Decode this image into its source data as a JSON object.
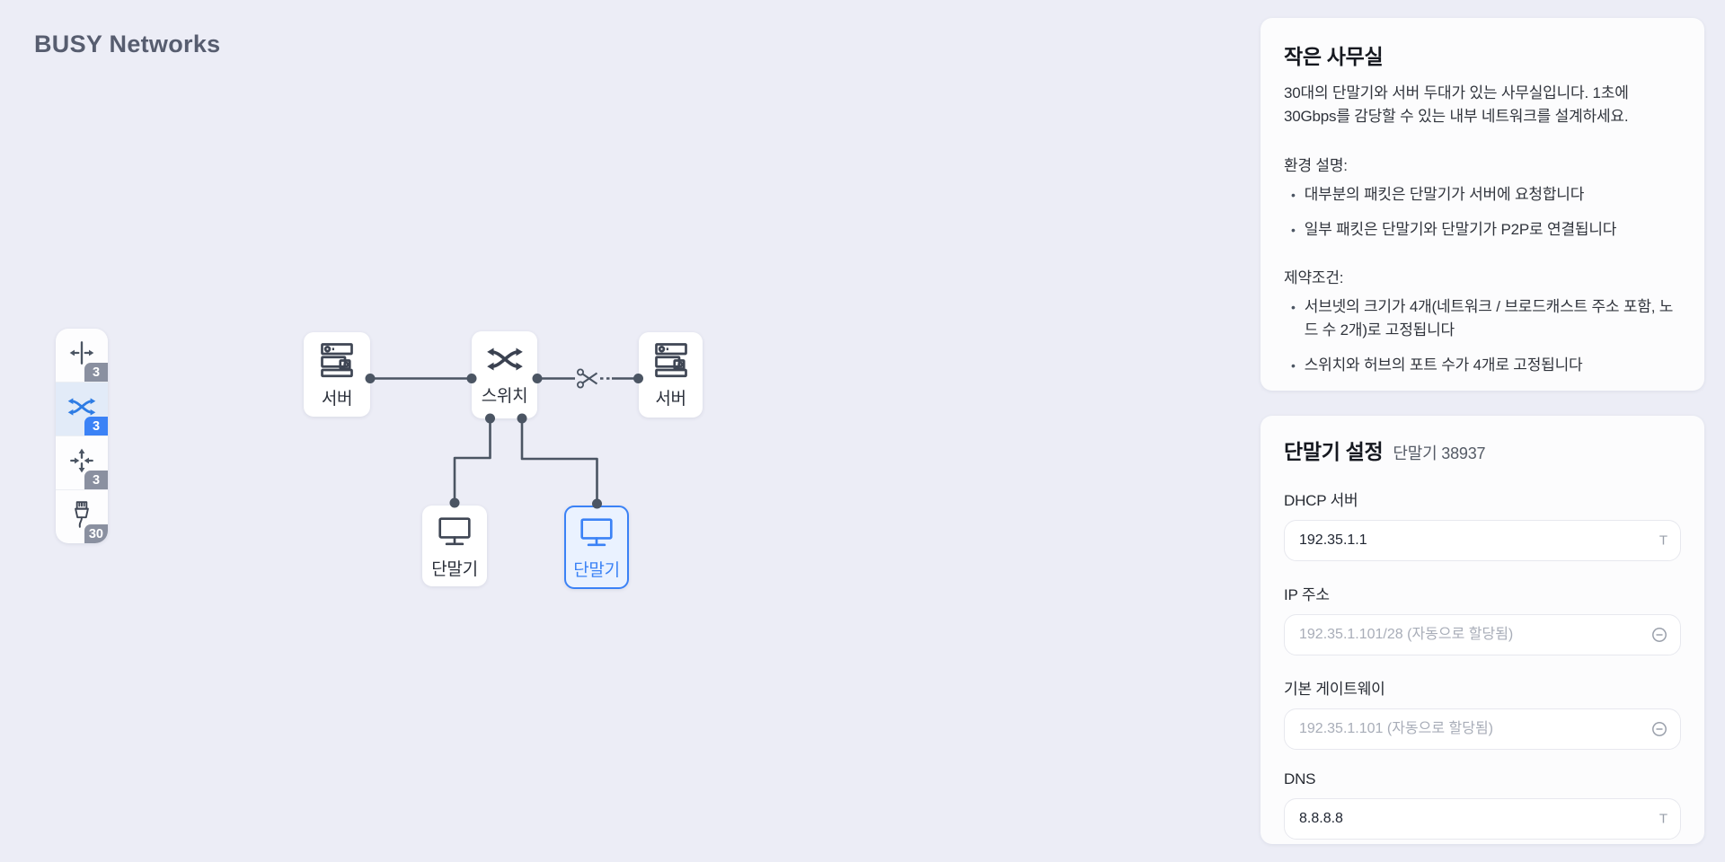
{
  "app": {
    "title": "BUSY Networks"
  },
  "toolbar": {
    "tools": [
      {
        "name": "hub",
        "count": "3",
        "selected": false
      },
      {
        "name": "switch",
        "count": "3",
        "selected": true
      },
      {
        "name": "router",
        "count": "3",
        "selected": false
      },
      {
        "name": "terminal-cable",
        "count": "30",
        "selected": false
      }
    ]
  },
  "diagram": {
    "nodes": [
      {
        "id": "server-1",
        "type": "server",
        "label": "서버",
        "selected": false
      },
      {
        "id": "switch-1",
        "type": "switch",
        "label": "스위치",
        "selected": false
      },
      {
        "id": "server-2",
        "type": "server",
        "label": "서버",
        "selected": false
      },
      {
        "id": "terminal-1",
        "type": "terminal",
        "label": "단말기",
        "selected": false
      },
      {
        "id": "terminal-2",
        "type": "terminal",
        "label": "단말기",
        "selected": true
      }
    ]
  },
  "mission": {
    "title": "작은 사무실",
    "description": "30대의 단말기와 서버 두대가 있는 사무실입니다. 1초에 30Gbps를 감당할 수 있는 내부 네트워크를 설계하세요.",
    "env_heading": "환경 설명:",
    "env_items": [
      "대부분의 패킷은 단말기가 서버에 요청합니다",
      "일부 패킷은 단말기와 단말기가 P2P로 연결됩니다"
    ],
    "constraint_heading": "제약조건:",
    "constraint_items": [
      "서브넷의 크기가 4개(네트워크 / 브로드캐스트 주소 포함, 노드 수 2개)로 고정됩니다",
      "스위치와 허브의 포트 수가 4개로 고정됩니다"
    ]
  },
  "settings": {
    "title": "단말기 설정",
    "subtitle": "단말기 38937",
    "fields": [
      {
        "label": "DHCP 서버",
        "value": "192.35.1.1",
        "placeholder": "",
        "icon": "text"
      },
      {
        "label": "IP 주소",
        "value": "",
        "placeholder": "192.35.1.101/28 (자동으로 할당됨)",
        "icon": "auto-assigned"
      },
      {
        "label": "기본 게이트웨이",
        "value": "",
        "placeholder": "192.35.1.101 (자동으로 할당됨)",
        "icon": "auto-assigned"
      },
      {
        "label": "DNS",
        "value": "8.8.8.8",
        "placeholder": "",
        "icon": "text"
      }
    ]
  },
  "colors": {
    "accent_blue": "#3B82F6",
    "badge_grey": "#8A90A0",
    "wire": "#4B5563",
    "background": "#ECEDF6"
  }
}
